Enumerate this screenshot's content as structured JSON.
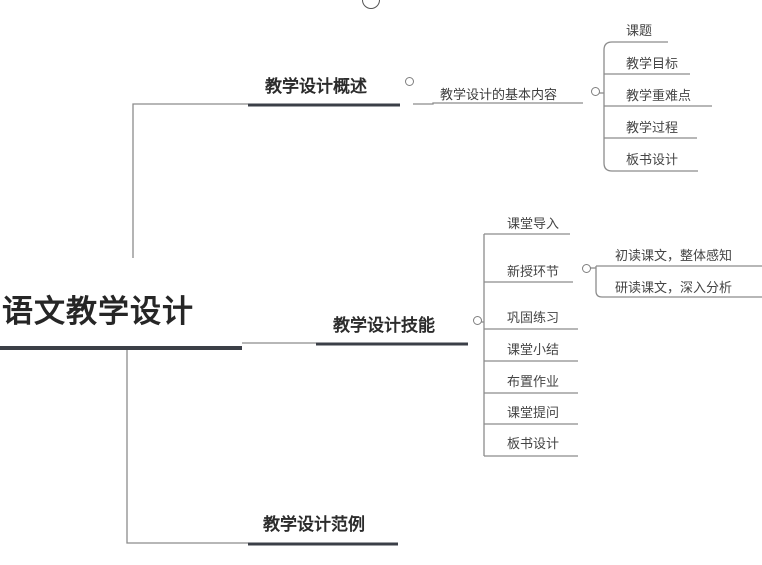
{
  "root": {
    "label": "语文教学设计"
  },
  "branches": {
    "overview": {
      "label": "教学设计概述",
      "child": {
        "label": "教学设计的基本内容",
        "leaves": [
          "课题",
          "教学目标",
          "教学重难点",
          "教学过程",
          "板书设计"
        ]
      }
    },
    "skills": {
      "label": "教学设计技能",
      "leaves": [
        "课堂导入",
        "新授环节",
        "巩固练习",
        "课堂小结",
        "布置作业",
        "课堂提问",
        "板书设计"
      ],
      "new_lesson_children": [
        "初读课文，整体感知",
        "研读课文，深入分析"
      ]
    },
    "examples": {
      "label": "教学设计范例"
    }
  },
  "colors": {
    "connector": "#8c8c8c",
    "underline": "#3b3f47",
    "text": "#333333"
  }
}
